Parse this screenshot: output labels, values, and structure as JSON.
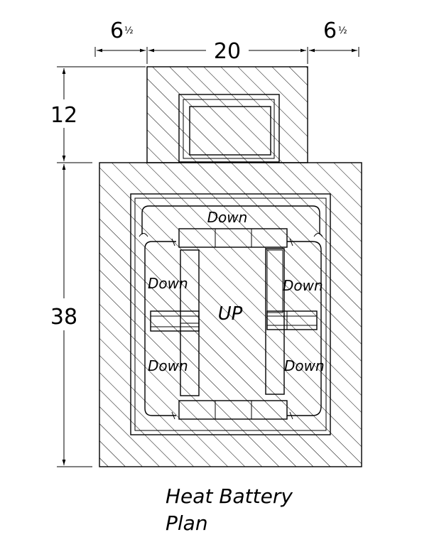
{
  "dimensions": {
    "left_offset": "6",
    "left_offset_fraction": "½",
    "width": "20",
    "right_offset": "6",
    "right_offset_fraction": "½",
    "upper_height": "12",
    "lower_height": "38"
  },
  "labels": {
    "down_top": "Down",
    "down_left_upper": "Down",
    "down_left_lower": "Down",
    "down_right_upper": "Down",
    "down_right_lower": "Down",
    "up_center": "UP"
  },
  "title": {
    "line1": "Heat Battery",
    "line2": "Plan"
  },
  "colors": {
    "ink": "#000000",
    "paper": "#ffffff"
  }
}
